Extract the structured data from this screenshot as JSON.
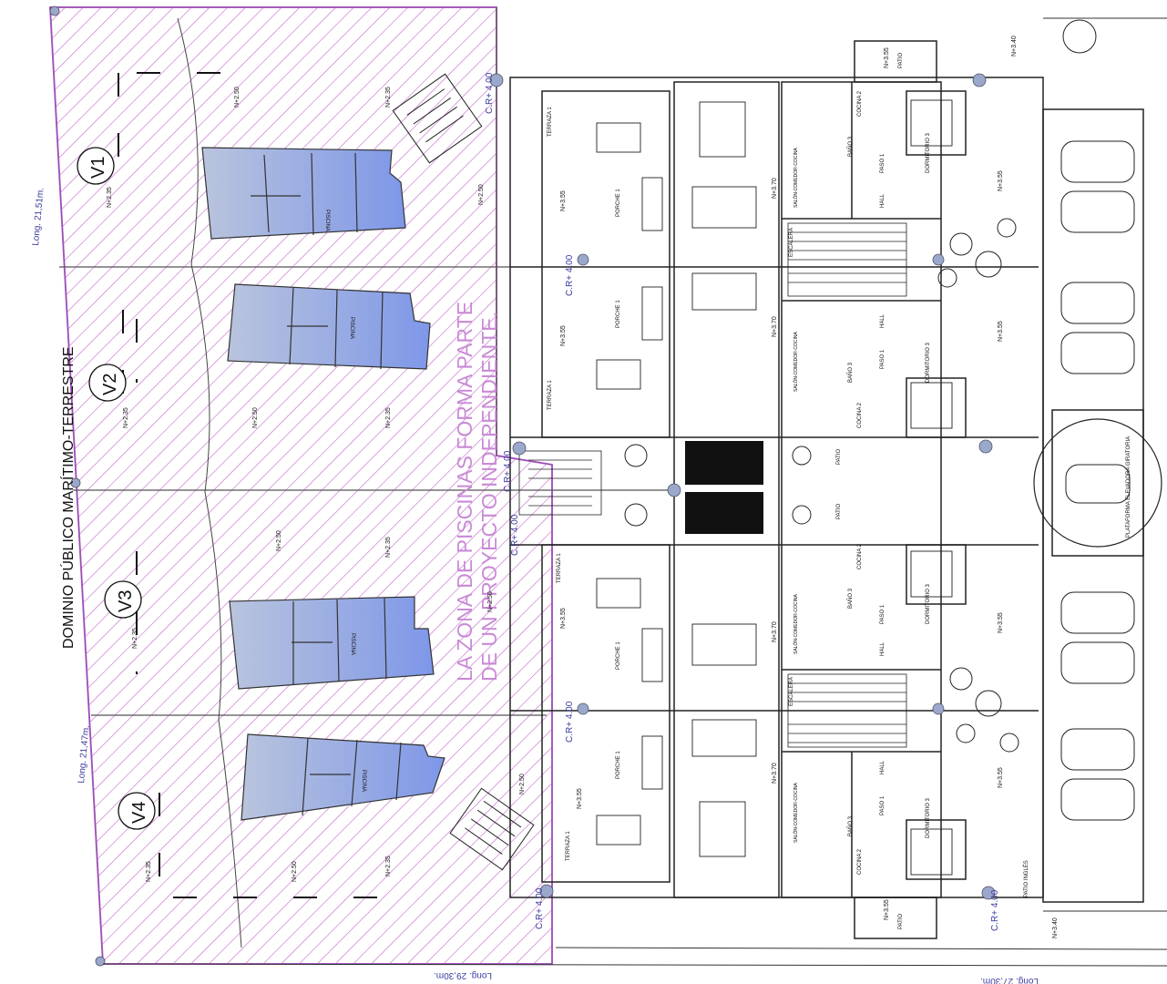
{
  "colors": {
    "hatch": "#c266c9",
    "pool_fill": "#8fa6e6",
    "line": "#222222",
    "blue_text": "#3c3ca0",
    "pink_text": "#c98ad6"
  },
  "boundary_label": "DOMINIO PÚBLICO MARÍTIMO-TERRESTRE",
  "note": {
    "line1": "LA ZONA DE PISCINAS FORMA PARTE",
    "line2": "DE UN PROYECTO INDEPENDIENTE."
  },
  "villas": [
    {
      "id": "V1",
      "pool": "PISCINA"
    },
    {
      "id": "V2",
      "pool": "PISCINA"
    },
    {
      "id": "V3",
      "pool": "PISCINA"
    },
    {
      "id": "V4",
      "pool": "PISCINA"
    }
  ],
  "dimensions": {
    "left_top": "Long. 21,51m.",
    "left_bottom": "Long. 21,47m.",
    "bottom_1": "Long. 29,30m.",
    "bottom_2": "Long. 27,30m."
  },
  "levels": {
    "n250": "N+2.50",
    "n235": "N+2.35",
    "n355": "N+3.55",
    "n370": "N+3.70",
    "n340": "N+3.40",
    "cr400": "C.R+ 4.00"
  },
  "rooms": {
    "terraza": "TERRAZA 1",
    "porche": "PORCHE 1",
    "salon": "SALÓN-COMEDOR-COCINA",
    "cocina": "COCINA 2",
    "bano": "BAÑO 3",
    "paso": "PASO 1",
    "dormitorio": "DORMITORIO 3",
    "hall": "HALL",
    "patio": "PATIO",
    "escalera": "ESCALERA",
    "plataforma": "PLATAFORMA ELEVADORA GIRATORIA",
    "patio_ingles": "PATIO INGLÉS"
  }
}
